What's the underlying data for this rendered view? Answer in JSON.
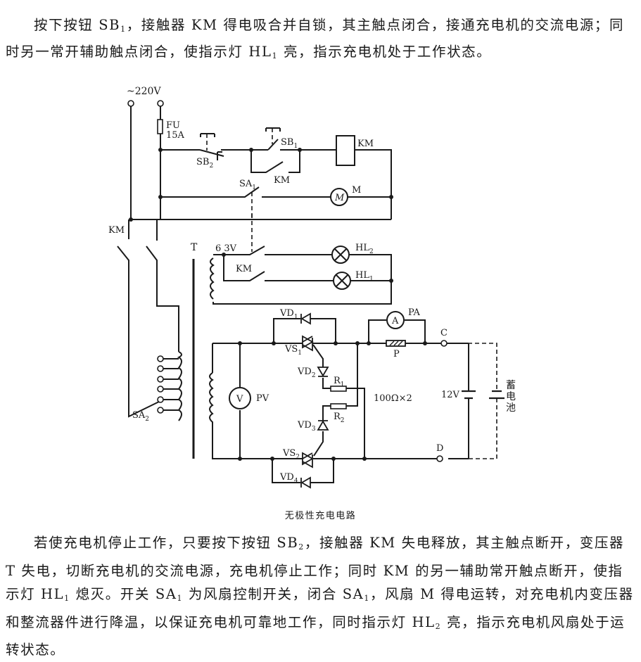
{
  "paragraphs": {
    "top": {
      "segments": [
        "按下按钮 SB",
        "1",
        "，接触器 KM 得电吸合并自锁，其主触点闭合，接通充电机的交流电源；同时另一常开辅助触点闭合，使指示灯 HL",
        "1",
        " 亮，指示充电机处于工作状态。"
      ]
    },
    "bottom": {
      "segments": [
        "若使充电机停止工作，只要按下按钮 SB",
        "2",
        "，接触器 KM 失电释放，其主触点断开，变压器 T 失电，切断充电机的交流电源，充电机停止工作；同时 KM 的另一辅助常开触点断开，使指示灯 HL",
        "1",
        " 熄灭。开关 SA",
        "1",
        " 为风扇控制开关，闭合 SA",
        "1",
        "，风扇 M 得电运转，对充电机内变压器和整流器件进行降温，以保证充电机可靠地工作，同时指示灯 HL",
        "2",
        " 亮，指示充电机风扇处于运转状态。"
      ]
    }
  },
  "caption": "无极性充电电路",
  "diagram": {
    "supply": "~220V",
    "fuse": {
      "name": "FU",
      "rating": "15A"
    },
    "labels": {
      "sb2": [
        "SB",
        "2"
      ],
      "sb1": [
        "SB",
        "1"
      ],
      "km_coil": "KM",
      "km_aux": "KM",
      "sa1": [
        "SA",
        "1"
      ],
      "motor_symbol": "M",
      "motor": "M",
      "km_main": "KM",
      "transformer": "T",
      "secondary_voltage": "6 3V",
      "km_lamp": "KM",
      "hl2": [
        "HL",
        "2"
      ],
      "hl1": [
        "HL",
        "1"
      ],
      "sa2": [
        "SA",
        "2"
      ],
      "vd1": [
        "VD",
        "1"
      ],
      "vs1": [
        "VS",
        "1"
      ],
      "vd2": [
        "VD",
        "2"
      ],
      "r1": [
        "R",
        "1"
      ],
      "r2": [
        "R",
        "2"
      ],
      "vd3": [
        "VD",
        "3"
      ],
      "vs2": [
        "VS",
        "2"
      ],
      "vd4": [
        "VD",
        "4"
      ],
      "voltmeter_symbol": "V",
      "voltmeter": "PV",
      "ammeter_symbol": "A",
      "ammeter": "PA",
      "shunt": "P",
      "resistor_value": "100Ω×2",
      "terminal_c": "C",
      "terminal_d": "D",
      "battery_voltage": "12V",
      "battery_label": [
        "蓄",
        "电",
        "池"
      ]
    }
  }
}
